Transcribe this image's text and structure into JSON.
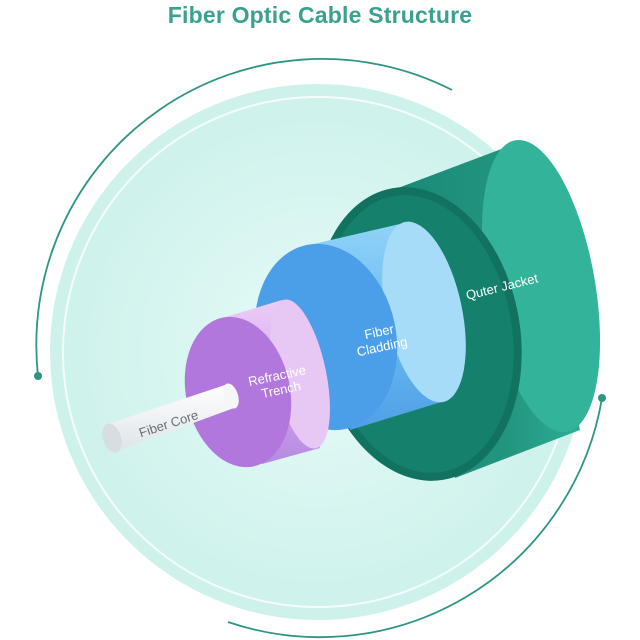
{
  "title": "Fiber Optic Cable Structure",
  "layers": {
    "jacket": {
      "label": "Quter Jacket",
      "color": "#16826e"
    },
    "cladding": {
      "label_line1": "Fiber",
      "label_line2": "Cladding",
      "color": "#4aa1ee"
    },
    "trench": {
      "label_line1": "Refractive",
      "label_line2": "Trench",
      "color": "#b57be0"
    },
    "core": {
      "label": "Fiber Core",
      "color": "#eceff2"
    }
  },
  "colors": {
    "title": "#3aa08f",
    "background_disc": "#d4f4ef",
    "ring": "#2d9583"
  }
}
